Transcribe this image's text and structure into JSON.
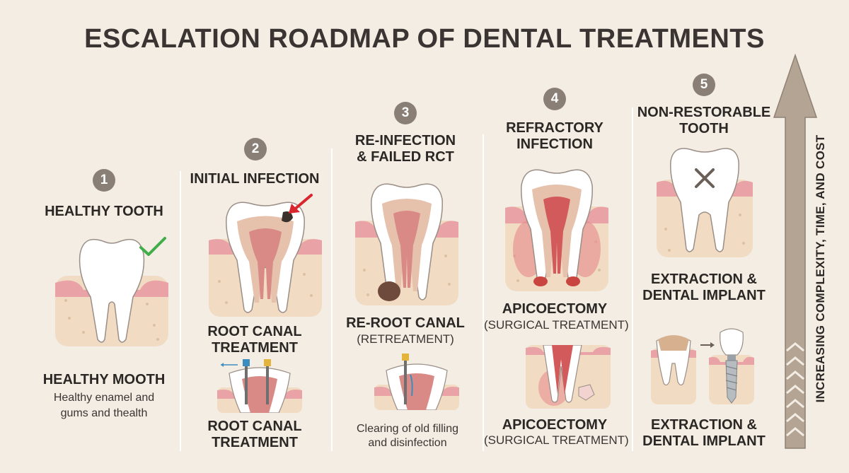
{
  "title": "ESCALATION ROADMAP OF DENTAL TREATMENTS",
  "axis_label": "INCREASING COMPLEXITY, TIME, AND COST",
  "colors": {
    "background": "#f3ede3",
    "badge": "#8a7f76",
    "gum": "#e9a3a6",
    "pulp": "#d98a86",
    "bone": "#f1dcc3",
    "arrow": "#b3a494",
    "check": "#3fae49",
    "pointer": "#d9252e"
  },
  "stages": [
    {
      "number": "1",
      "heading": "HEALTHY TOOTH",
      "icon": "check-icon",
      "treatment": "HEALTHY MOOTH",
      "description_lines": [
        "Healthy enamel and",
        "gums and thealth"
      ]
    },
    {
      "number": "2",
      "heading": "INITIAL INFECTION",
      "icon": "red-arrow-icon",
      "treatment_lines": [
        "ROOT CANAL",
        "TREATMENT"
      ],
      "treatment2_lines": [
        "ROOT CANAL",
        "TREATMENT"
      ]
    },
    {
      "number": "3",
      "heading_lines": [
        "RE-INFECTION",
        "& FAILED RCT"
      ],
      "treatment": "RE-ROOT CANAL",
      "treatment_sub": "(RETREATMENT)",
      "description_lines": [
        "Clearing of old filling",
        "and disinfection"
      ]
    },
    {
      "number": "4",
      "heading_lines": [
        "REFRACTORY",
        "INFECTION"
      ],
      "treatment": "APICOECTOMY",
      "treatment_sub": "(SURGICAL TREATMENT)",
      "treatment2": "APICOECTOMY",
      "treatment2_sub": "(SURGICAL TREATMENT)"
    },
    {
      "number": "5",
      "heading_lines": [
        "NON-RESTORABLE",
        "TOOTH"
      ],
      "icon": "x-mark-icon",
      "treatment_lines": [
        "EXTRACTION &",
        "DENTAL IMPLANT"
      ],
      "treatment2_lines": [
        "EXTRACTION &",
        "DENTAL IMPLANT"
      ]
    }
  ]
}
